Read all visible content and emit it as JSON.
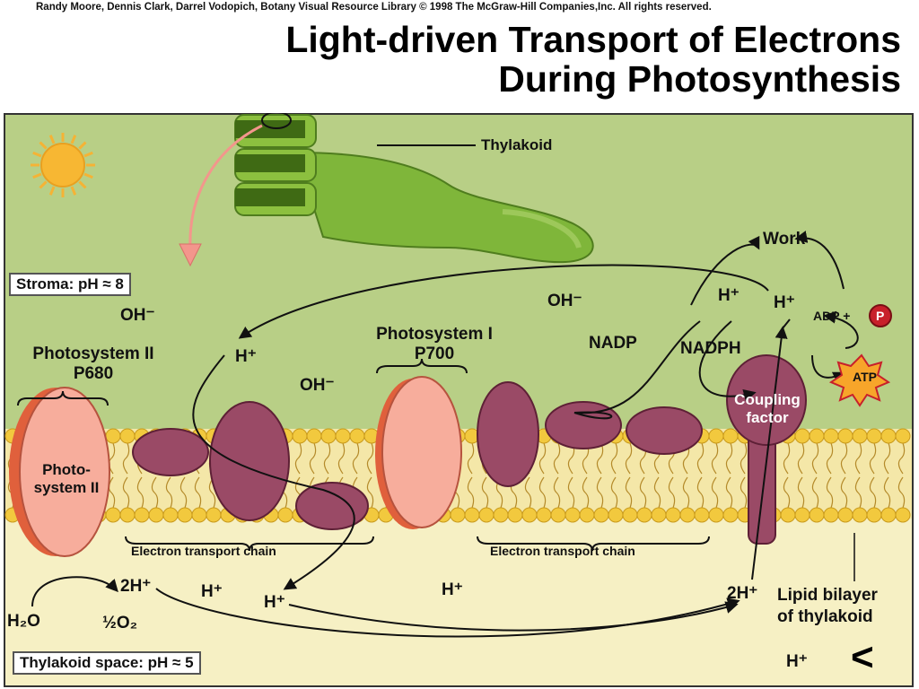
{
  "header": {
    "credit": "Randy Moore, Dennis Clark, Darrel Vodopich, Botany Visual Resource Library © 1998 The McGraw-Hill Companies,Inc. All rights reserved.",
    "title_line1": "Light-driven Transport of Electrons",
    "title_line2": "During Photosynthesis"
  },
  "labels": {
    "thylakoid": "Thylakoid",
    "stroma": "Stroma: pH ≈ 8",
    "thylakoid_space": "Thylakoid space: pH ≈ 5",
    "ps2_title_1": "Photosystem II",
    "ps2_title_2": "P680",
    "ps2_inside_1": "Photo-",
    "ps2_inside_2": "system II",
    "ps1_title_1": "Photosystem I",
    "ps1_title_2": "P700",
    "etc_left": "Electron transport chain",
    "etc_right": "Electron transport chain",
    "oh_1": "OH⁻",
    "oh_2": "OH⁻",
    "oh_3": "OH⁻",
    "h_1": "H⁺",
    "h_2": "H⁺",
    "h_3": "H⁺",
    "h_4": "H⁺",
    "h_5": "H⁺",
    "h_6": "H⁺",
    "h_7": "H⁺",
    "two_h_1": "2H⁺",
    "two_h_2": "2H⁺",
    "h2o": "H₂O",
    "half_o2": "½O₂",
    "nadp": "NADP",
    "nadph": "NADPH",
    "work": "Work",
    "adp": "ADP +",
    "p": "P",
    "atp": "ATP",
    "coupling_1": "Coupling",
    "coupling_2": "factor",
    "lipid_1": "Lipid bilayer",
    "lipid_2": "of thylakoid"
  },
  "nav": {
    "back_label": "<"
  },
  "colors": {
    "stroma": "#b8cf86",
    "lumen": "#f6f0c4",
    "thylakoid_green": "#7fb63a",
    "protein": "#9a4a66",
    "photosystem": "#f7ad9c",
    "lipid_head": "#f2c93e",
    "sun": "#f5b335"
  }
}
